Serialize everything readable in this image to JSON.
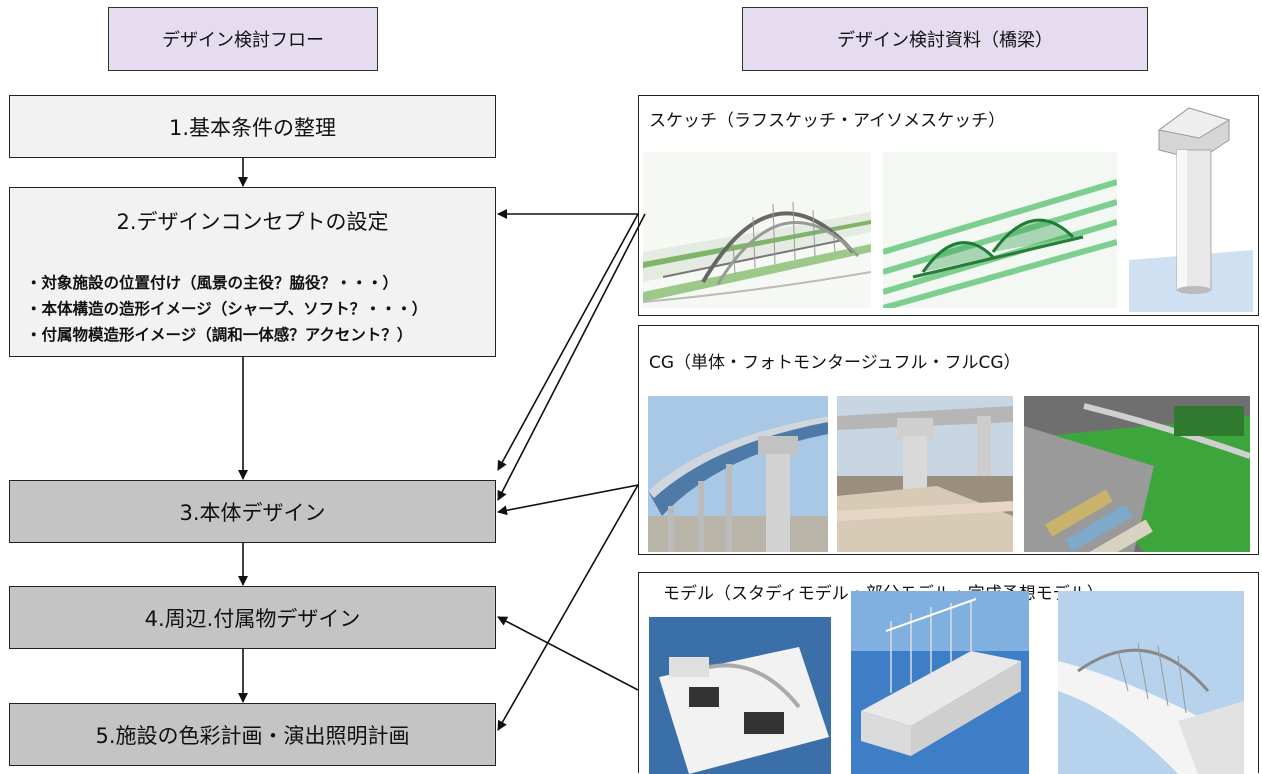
{
  "headers": {
    "left": "デザイン検討フロー",
    "right": "デザイン検討資料（橋梁）"
  },
  "steps": [
    {
      "label": "1.基本条件の整理"
    },
    {
      "label": "2.デザインコンセプトの設定",
      "bullets": [
        "・対象施設の位置付け（風景の主役？脇役？・・・）",
        "・本体構造の造形イメージ（シャープ、ソフト？・・・）",
        "・付属物模造形イメージ（調和一体感？アクセント？）"
      ]
    },
    {
      "label": "3.本体デザイン"
    },
    {
      "label": "4.周辺.付属物デザイン"
    },
    {
      "label": "5.施設の色彩計画・演出照明計画"
    }
  ],
  "panels": [
    {
      "title": "スケッチ（ラフスケッチ・アイソメスケッチ）"
    },
    {
      "title": "CG（単体・フォトモンタージュフル・フルCG）"
    },
    {
      "title": "モデル（スタディモデル・部分モデル・完成予想モデル）"
    }
  ]
}
